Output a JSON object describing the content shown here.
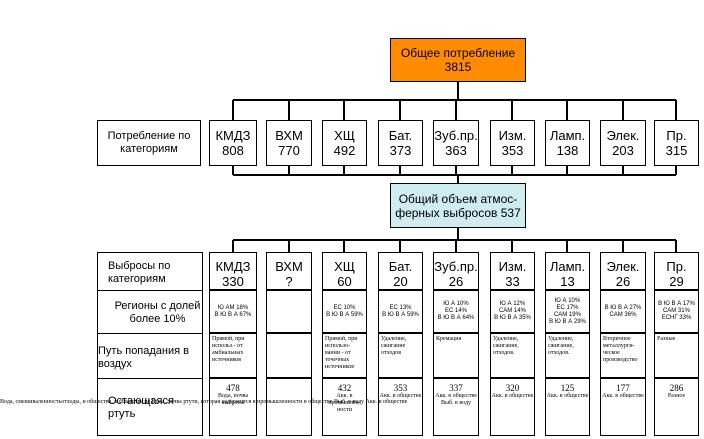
{
  "top": {
    "title": "Общее потребление",
    "value": "3815"
  },
  "consumption_label": "Потребление по категориям",
  "categories": [
    {
      "name": "КМДЗ",
      "value": "808"
    },
    {
      "name": "ВХМ",
      "value": "770"
    },
    {
      "name": "ХЩ",
      "value": "492"
    },
    {
      "name": "Бат.",
      "value": "373"
    },
    {
      "name": "Зуб.пр.",
      "value": "363"
    },
    {
      "name": "Изм.",
      "value": "353"
    },
    {
      "name": "Ламп.",
      "value": "138"
    },
    {
      "name": "Элек.",
      "value": "203"
    },
    {
      "name": "Пр.",
      "value": "315"
    }
  ],
  "middle": {
    "line1": "Общий объем атмос-",
    "line2": "ферных выбросов 537"
  },
  "emissions_label": "Выбросы по категориям",
  "emissions": [
    {
      "name": "КМДЗ",
      "value": "330"
    },
    {
      "name": "ВХМ",
      "value": "?"
    },
    {
      "name": "ХЩ",
      "value": "60"
    },
    {
      "name": "Бат.",
      "value": "20"
    },
    {
      "name": "Зуб.пр.",
      "value": "26"
    },
    {
      "name": "Изм.",
      "value": "33"
    },
    {
      "name": "Ламп.",
      "value": "13"
    },
    {
      "name": "Элек.",
      "value": "26"
    },
    {
      "name": "Пр.",
      "value": "29"
    }
  ],
  "regions_label": "Регионы с долей более 10%",
  "regions": [
    {
      "lines": [
        "Ю АМ 18%",
        "В Ю В А 67%"
      ]
    },
    {
      "lines": []
    },
    {
      "lines": [
        "ЕС 10%",
        "В Ю В А 59%"
      ]
    },
    {
      "lines": [
        "ЕС 13%",
        "В Ю В А 59%"
      ]
    },
    {
      "lines": [
        "Ю А 10%",
        "ЕС 14%",
        "В Ю В А 64%"
      ]
    },
    {
      "lines": [
        "Ю А 12%",
        "САМ 14%",
        "В Ю В А 35%"
      ]
    },
    {
      "lines": [
        "Ю А 10%",
        "ЕС 17%",
        "САМ 19%",
        "В Ю В А 29%"
      ]
    },
    {
      "lines": [
        "В Ю В А 27%",
        "САМ 36%"
      ]
    },
    {
      "lines": [
        "В Ю В А 17%",
        "САМ 31%",
        "ЕСНГ 33%"
      ]
    }
  ],
  "pathway_label": "Путь попадания в воздух",
  "pathways": [
    {
      "text": "Прямой, при использ.- от амбиальных источников"
    },
    {
      "text": ""
    },
    {
      "text": "Прямой, при использо-вании - от точечных источников"
    },
    {
      "text": "Удаление, сжигание отходов"
    },
    {
      "text": "Кремация"
    },
    {
      "text": "Удаление, сжигание, отходов."
    },
    {
      "text": "Удаление, сжигание, отходов."
    },
    {
      "text": "Вторичное металлурги-ческое производство"
    },
    {
      "text": "Разные"
    }
  ],
  "remaining_label": "Остающаяся ртуть",
  "remaining": [
    {
      "value": "478",
      "note": "Вода, почва выбросы"
    },
    {
      "value": "",
      "note": ""
    },
    {
      "value": "432",
      "note": "Акк. в промышлен-ности"
    },
    {
      "value": "353",
      "note": "Акк. в обществе"
    },
    {
      "value": "337",
      "note": "Акк. в обществе Выб. в воду"
    },
    {
      "value": "320",
      "note": "Акк. в обществе"
    },
    {
      "value": "125",
      "note": "Акк. в обществе"
    },
    {
      "value": "177",
      "note": "Акк. в обществе"
    },
    {
      "value": "286",
      "note": "Разное"
    }
  ],
  "overlay_text": "Вода, смешиваленностьотходы, и общества, в обществе  ие Вода, почва ртути, которая содержится в промышленности в обществе Выб. в воду Акк. в обществе"
}
